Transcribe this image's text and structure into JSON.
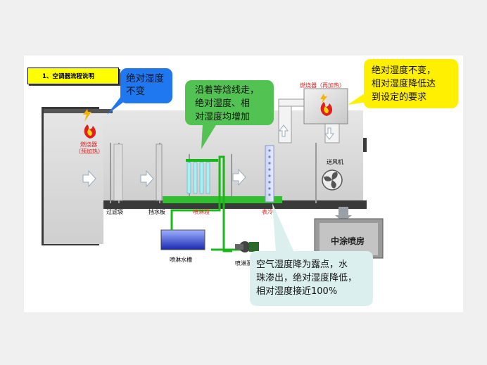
{
  "title": "1、空调器流程说明",
  "callouts": {
    "absolute": "绝对湿度\n不变",
    "isenthalpic": "沿着等焓线走，\n绝对湿度、相\n对湿度均增加",
    "reheat": "绝对湿度不变，\n相对湿度降低达\n到设定的要求",
    "cooler": "空气湿度降为露点，水\n珠渗出，绝对湿度降低，\n相对湿度接近100%"
  },
  "labels": {
    "burner_pre_1": "燃烧器",
    "burner_pre_2": "（预加热）",
    "burner_re": "燃烧器（再加热）",
    "fan": "送风机",
    "filter": "过滤袋",
    "eliminator": "挡水板",
    "spray_section": "喷淋段",
    "cooler": "表冷",
    "tank": "喷淋水槽",
    "pump": "喷淋泵",
    "booth": "中涂喷房"
  },
  "colors": {
    "title_bg": "#ffff00",
    "callout_blue": "#1f78f0",
    "callout_green": "#52c352",
    "callout_yellow": "#ffef00",
    "callout_light": "#dcefef",
    "pipe_green": "#18b818",
    "duct_dark": "#3c3c3c"
  },
  "icons": [
    "flame-icon",
    "flame-icon",
    "arrow-right-icon",
    "fan-icon",
    "arrow-down-icon",
    "arrow-up-icon",
    "pump-icon"
  ]
}
